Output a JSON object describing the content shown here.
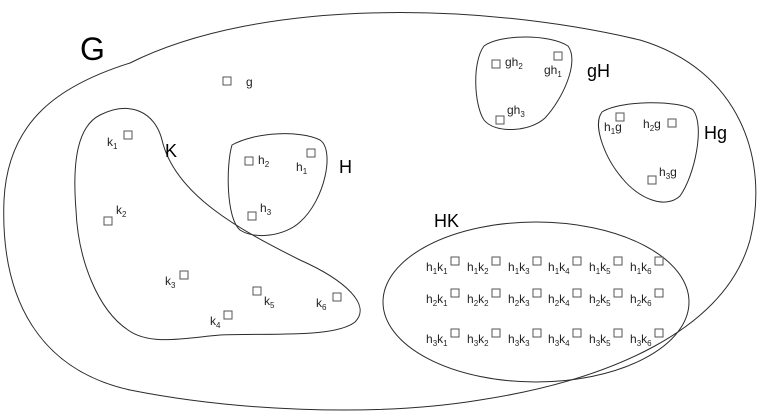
{
  "sets": {
    "G": "G",
    "K": "K",
    "H": "H",
    "gH": "gH",
    "Hg": "Hg",
    "HK": "HK"
  },
  "elements": {
    "g": {
      "base": "g",
      "sub": ""
    },
    "k1": {
      "base": "k",
      "sub": "1"
    },
    "k2": {
      "base": "k",
      "sub": "2"
    },
    "k3": {
      "base": "k",
      "sub": "3"
    },
    "k4": {
      "base": "k",
      "sub": "4"
    },
    "k5": {
      "base": "k",
      "sub": "5"
    },
    "k6": {
      "base": "k",
      "sub": "6"
    },
    "h1": {
      "base": "h",
      "sub": "1"
    },
    "h2": {
      "base": "h",
      "sub": "2"
    },
    "h3": {
      "base": "h",
      "sub": "3"
    },
    "gh1": {
      "base": "gh",
      "sub": "1"
    },
    "gh2": {
      "base": "gh",
      "sub": "2"
    },
    "gh3": {
      "base": "gh",
      "sub": "3"
    },
    "h1g": {
      "a": "h",
      "s": "1",
      "b": "g"
    },
    "h2g": {
      "a": "h",
      "s": "2",
      "b": "g"
    },
    "h3g": {
      "a": "h",
      "s": "3",
      "b": "g"
    }
  },
  "hk_products": [
    [
      {
        "h": "1",
        "k": "1"
      },
      {
        "h": "1",
        "k": "2"
      },
      {
        "h": "1",
        "k": "3"
      },
      {
        "h": "1",
        "k": "4"
      },
      {
        "h": "1",
        "k": "5"
      },
      {
        "h": "1",
        "k": "6"
      }
    ],
    [
      {
        "h": "2",
        "k": "1"
      },
      {
        "h": "2",
        "k": "2"
      },
      {
        "h": "2",
        "k": "3"
      },
      {
        "h": "2",
        "k": "4"
      },
      {
        "h": "2",
        "k": "5"
      },
      {
        "h": "2",
        "k": "6"
      }
    ],
    [
      {
        "h": "3",
        "k": "1"
      },
      {
        "h": "3",
        "k": "2"
      },
      {
        "h": "3",
        "k": "3"
      },
      {
        "h": "3",
        "k": "4"
      },
      {
        "h": "3",
        "k": "5"
      },
      {
        "h": "3",
        "k": "6"
      }
    ]
  ]
}
